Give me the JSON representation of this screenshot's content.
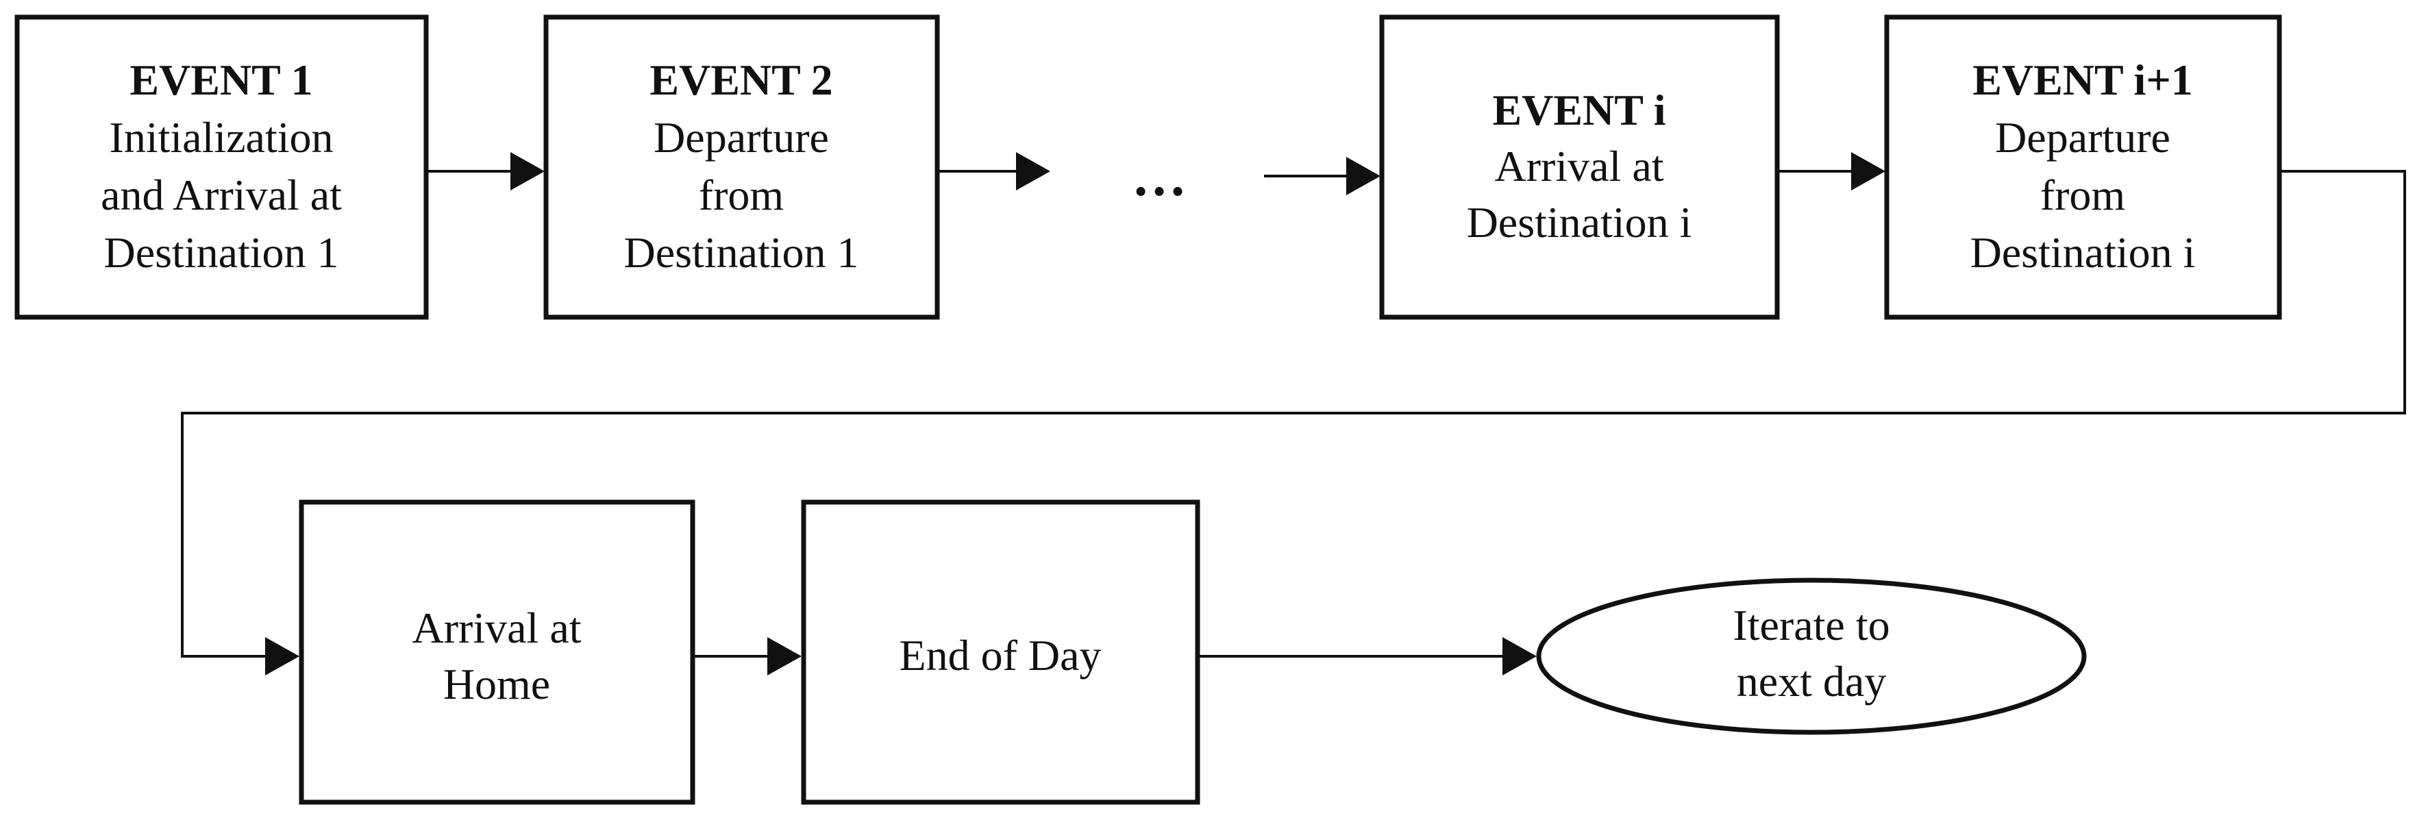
{
  "nodes": [
    {
      "id": "event-1",
      "title": "EVENT 1",
      "lines": [
        "Initialization",
        "and Arrival at",
        "Destination 1"
      ]
    },
    {
      "id": "event-2",
      "title": "EVENT 2",
      "lines": [
        "Departure",
        "from",
        "Destination 1"
      ]
    },
    {
      "id": "event-i",
      "title": "EVENT i",
      "lines": [
        "Arrival at",
        "Destination i"
      ]
    },
    {
      "id": "event-i-plus-1",
      "title": "EVENT i+1",
      "lines": [
        "Departure",
        "from",
        "Destination i"
      ]
    },
    {
      "id": "arrival-home",
      "title": "",
      "lines": [
        "Arrival at",
        "Home"
      ]
    },
    {
      "id": "end-of-day",
      "title": "",
      "lines": [
        "End of Day"
      ]
    },
    {
      "id": "iterate",
      "title": "",
      "lines": [
        "Iterate to",
        "next day"
      ]
    }
  ],
  "ellipsis": "…",
  "edges": [
    {
      "from": "event-1",
      "to": "event-2"
    },
    {
      "from": "event-2",
      "to": "ellipsis"
    },
    {
      "from": "ellipsis",
      "to": "event-i"
    },
    {
      "from": "event-i",
      "to": "event-i-plus-1"
    },
    {
      "from": "event-i-plus-1",
      "to": "arrival-home"
    },
    {
      "from": "arrival-home",
      "to": "end-of-day"
    },
    {
      "from": "end-of-day",
      "to": "iterate"
    }
  ]
}
